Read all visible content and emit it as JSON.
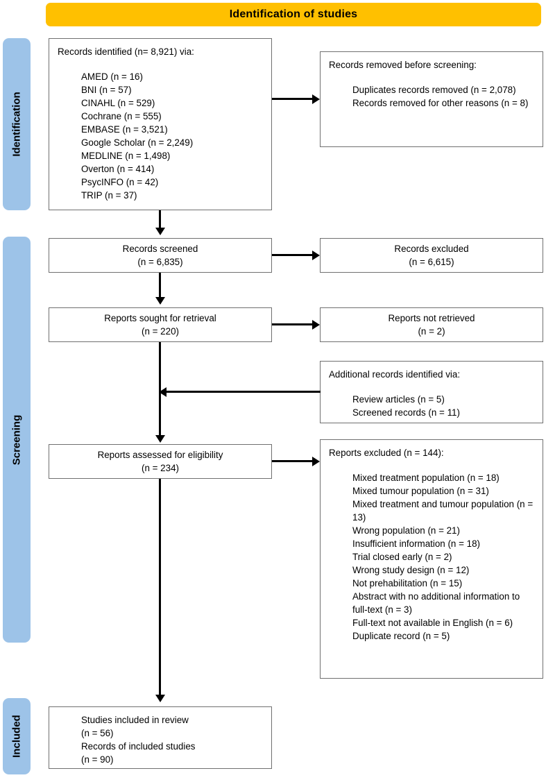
{
  "banner": {
    "title": "Identification of studies"
  },
  "stages": [
    {
      "key": "identification",
      "label": "Identification"
    },
    {
      "key": "screening",
      "label": "Screening"
    },
    {
      "key": "included",
      "label": "Included"
    }
  ],
  "boxes": {
    "records_identified": {
      "heading": "Records identified (n= 8,921) via:",
      "items": [
        "AMED (n = 16)",
        "BNI (n = 57)",
        "CINAHL (n = 529)",
        "Cochrane (n = 555)",
        "EMBASE (n = 3,521)",
        "Google Scholar (n = 2,249)",
        "MEDLINE (n = 1,498)",
        "Overton (n = 414)",
        "PsycINFO (n = 42)",
        "TRIP (n = 37)"
      ]
    },
    "records_removed": {
      "heading": "Records removed before screening:",
      "items": [
        "Duplicates records removed (n = 2,078)",
        "Records removed for other reasons (n = 8)"
      ]
    },
    "records_screened": {
      "line1": "Records screened",
      "line2": "(n = 6,835)"
    },
    "records_excluded": {
      "line1": "Records excluded",
      "line2": "(n = 6,615)"
    },
    "reports_sought": {
      "line1": "Reports sought for retrieval",
      "line2": "(n = 220)"
    },
    "reports_not_retrieved": {
      "line1": "Reports not retrieved",
      "line2": "(n = 2)"
    },
    "additional_records": {
      "heading": "Additional records identified via:",
      "items": [
        "Review articles (n = 5)",
        "Screened records (n = 11)"
      ]
    },
    "reports_assessed": {
      "line1": "Reports assessed for eligibility",
      "line2": "(n = 234)"
    },
    "reports_excluded": {
      "heading": "Reports excluded (n = 144):",
      "items": [
        "Mixed treatment population (n = 18)",
        "Mixed tumour population (n = 31)",
        "Mixed treatment and tumour population (n = 13)",
        "Wrong population (n = 21)",
        "Insufficient information (n = 18)",
        "Trial closed early (n = 2)",
        "Wrong study design (n = 12)",
        "Not prehabilitation (n = 15)",
        "Abstract with no additional information to full-text (n = 3)",
        "Full-text not available in English (n = 6)",
        "Duplicate record (n = 5)"
      ]
    },
    "studies_included": {
      "lines": [
        "Studies included in review",
        "(n = 56)",
        "Records of included studies",
        "(n = 90)"
      ]
    }
  },
  "colors": {
    "banner": "#FFC000",
    "band": "#9DC3E8",
    "box_border": "#6F6F6F",
    "connector": "#000000"
  }
}
